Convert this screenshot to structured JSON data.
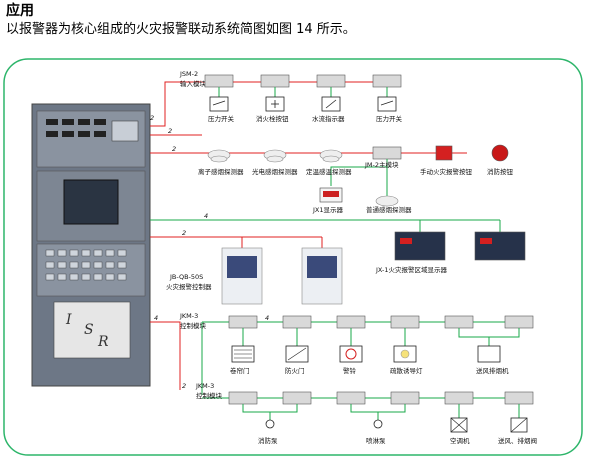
{
  "heading": "应用",
  "intro": "以报警器为核心组成的火灾报警联动系统简图如图 14 所示。",
  "colors": {
    "frame": "#2db56a",
    "wire_red": "#e02020",
    "wire_green": "#1aa84a",
    "module": "#d9d9d9",
    "cabinet": "#6d7786"
  },
  "input_module": {
    "code": "JSM-2",
    "name": "输入模块"
  },
  "input_devices": [
    "压力开关",
    "消火栓按钮",
    "水流指示器",
    "压力开关"
  ],
  "detectors": [
    "离子感烟探测器",
    "光电感烟探测器",
    "定温感温探测器"
  ],
  "jm_module": "JM-2主模块",
  "row2_right": [
    "手动火灾报警按钮",
    "消防按钮"
  ],
  "jx1": "JX1显示器",
  "common_detector": "普通感烟探测器",
  "panel": {
    "code": "JB-QB-50S",
    "name": "火灾报警控制器"
  },
  "area_display": "JX-1火灾报警区域显示器",
  "control_module_1": {
    "code": "JKM-3",
    "name": "控制模块"
  },
  "control_module_2": {
    "code": "JKM-3",
    "name": "控制模块"
  },
  "row4_devices": [
    "卷帘门",
    "防火门",
    "警铃",
    "疏散诱导灯",
    "送风排烟机"
  ],
  "row5_devices": [
    "消防泵",
    "喷淋泵",
    "空调机",
    "送风、排烟阀"
  ],
  "wire_labels": {
    "w2": "2",
    "w4": "4"
  },
  "cabinet_logo": [
    "I",
    "S",
    "R"
  ]
}
